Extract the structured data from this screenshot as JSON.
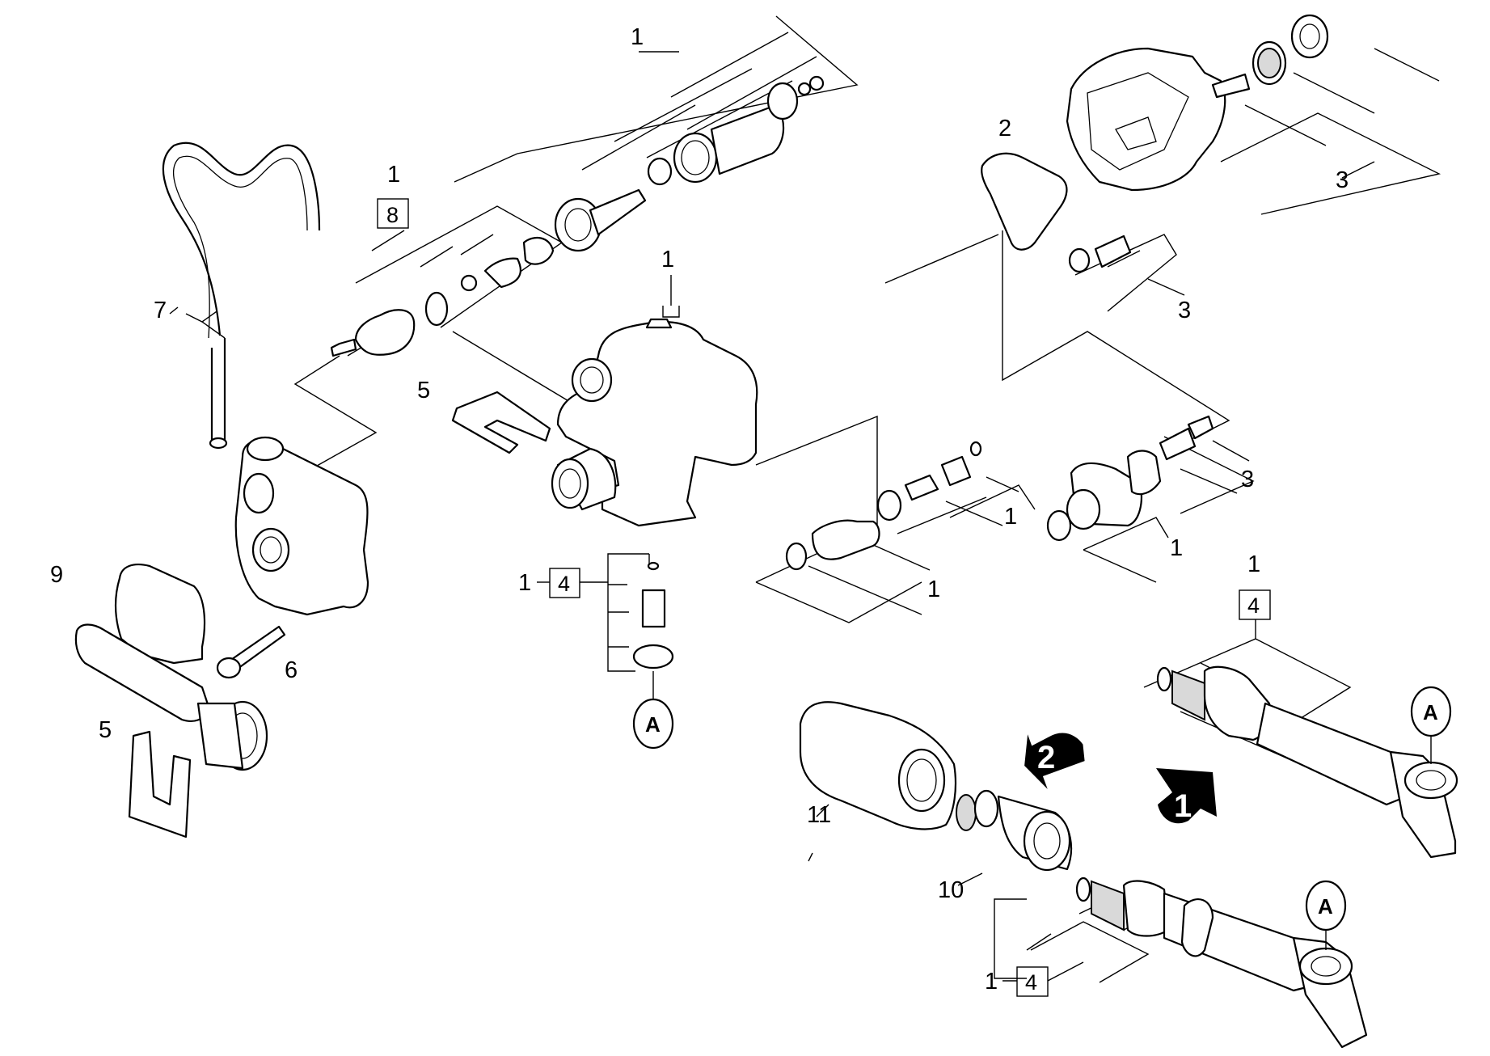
{
  "callouts": {
    "c1_top": "1",
    "c1_pump": "1",
    "c1_kit8_num": "1",
    "c1_kit8_box": "8",
    "c2": "2",
    "c3_top": "3",
    "c3_mid": "3",
    "c3_right": "3",
    "c1_valve_a": "1",
    "c1_valve_b": "1",
    "c1_valve_c": "1",
    "c7": "7",
    "c5_upper": "5",
    "c5_lower": "5",
    "c9": "9",
    "c6": "6",
    "c1_kit4_mid_num": "1",
    "c1_kit4_mid_box": "4",
    "c1_kit4_right_num": "1",
    "c1_kit4_right_box": "4",
    "c1_kit4_bottom_num": "1",
    "c1_kit4_bottom_box": "4",
    "c11": "11",
    "c10": "10"
  },
  "references": {
    "a_center": "A",
    "a_right": "A",
    "a_bottom": "A"
  },
  "steps": {
    "step1": "1",
    "step2": "2"
  },
  "colors": {
    "line": "#000000",
    "background": "#ffffff",
    "shade": "#d9d9d9"
  }
}
